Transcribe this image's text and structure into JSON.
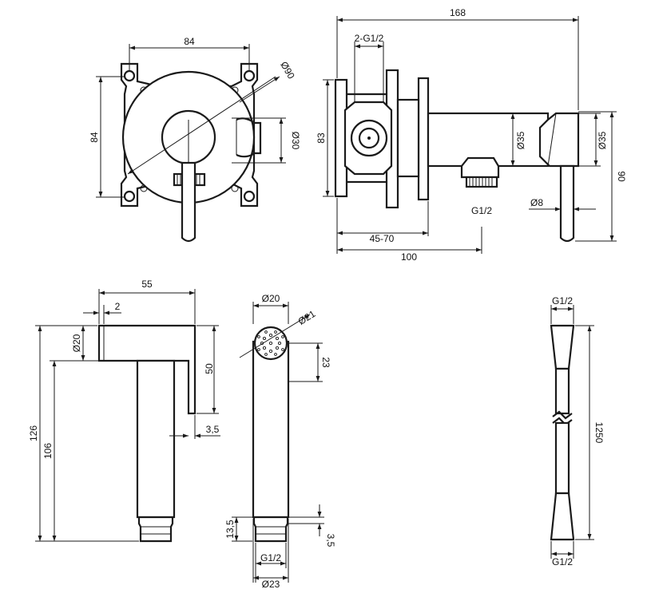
{
  "dimensions": {
    "front_view": {
      "top_width": "84",
      "side_height": "84",
      "diameter_plate": "Ø90",
      "diameter_knob": "Ø30"
    },
    "side_view": {
      "total_length": "168",
      "inlet_thread": "2-G1/2",
      "body_height": "83",
      "pipe_diameter": "Ø35",
      "holder_diameter": "Ø35",
      "total_height": "90",
      "outlet_thread": "G1/2",
      "pin_diameter": "Ø8",
      "depth_range": "45-70",
      "depth_total": "100"
    },
    "handshower_side": {
      "length": "55",
      "wall": "2",
      "head_diameter": "Ø20",
      "head_height": "50",
      "lip": "3,5",
      "total_height": "126",
      "handle_height": "106"
    },
    "handshower_front": {
      "head_diameter": "Ø20",
      "nozzle_diameter": "Ø21",
      "nozzle_offset": "23",
      "thread_height": "13,5",
      "thread_step": "3,5",
      "thread": "G1/2",
      "base_diameter": "Ø23"
    },
    "hose": {
      "top_thread": "G1/2",
      "length": "1250",
      "bottom_thread": "G1/2"
    }
  }
}
